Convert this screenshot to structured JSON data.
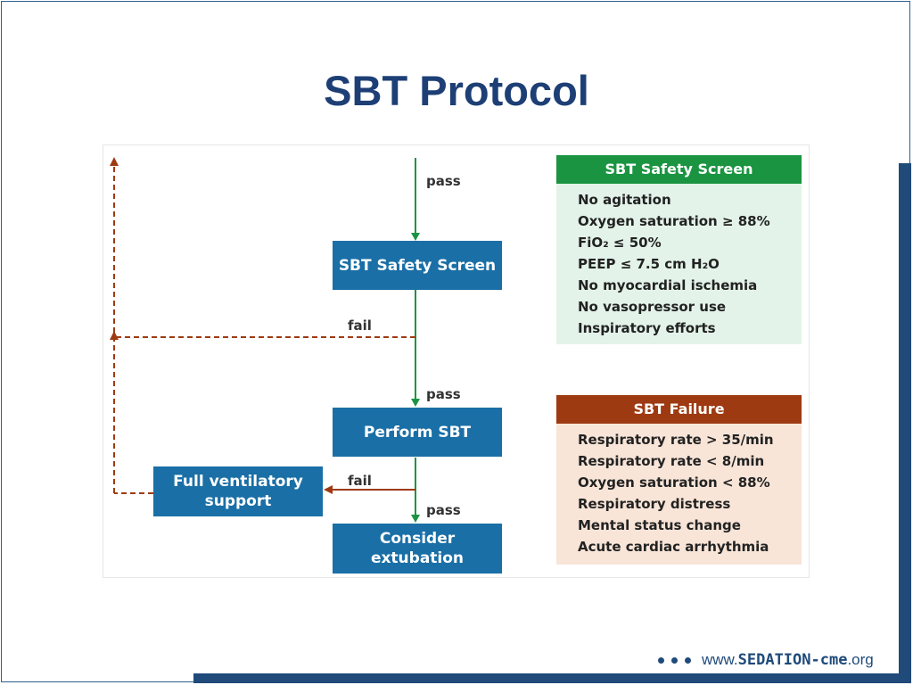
{
  "slide": {
    "title": "SBT Protocol",
    "footer": {
      "prefix": "www.",
      "brand": "SEDATION-cme",
      "suffix": ".org"
    }
  },
  "flowchart": {
    "boxes": {
      "safety_screen": "SBT Safety Screen",
      "perform_sbt": "Perform SBT",
      "full_support_line1": "Full ventilatory",
      "full_support_line2": "support",
      "consider_line1": "Consider",
      "consider_line2": "extubation"
    },
    "labels": {
      "pass_top": "pass",
      "fail_screen": "fail",
      "pass_mid": "pass",
      "fail_sbt": "fail",
      "pass_bottom": "pass"
    },
    "colors": {
      "pass_arrow": "#1a9441",
      "fail_arrow": "#9e3a12",
      "box": "#1a6fa6"
    }
  },
  "panels": {
    "safety_screen": {
      "title": "SBT Safety Screen",
      "items": [
        "No agitation",
        "Oxygen saturation ≥ 88%",
        "FiO₂ ≤ 50%",
        "PEEP ≤ 7.5 cm H₂O",
        "No myocardial ischemia",
        "No vasopressor use",
        "Inspiratory efforts"
      ]
    },
    "failure": {
      "title": "SBT Failure",
      "items": [
        "Respiratory rate > 35/min",
        "Respiratory rate < 8/min",
        "Oxygen saturation < 88%",
        "Respiratory distress",
        "Mental status change",
        "Acute cardiac arrhythmia"
      ]
    }
  }
}
